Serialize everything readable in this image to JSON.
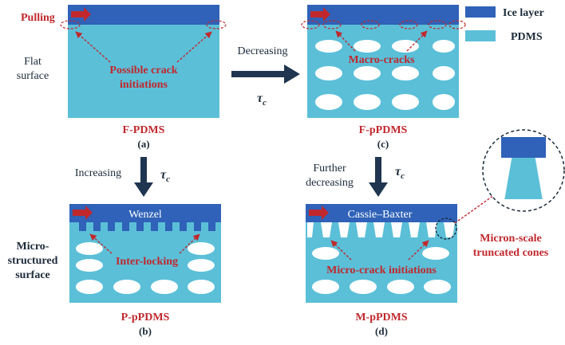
{
  "colors": {
    "ice": "#2f62b8",
    "pdms": "#5bbfd8",
    "accent_red": "#c0282d",
    "arrow_navy": "#1f3550",
    "text_dark": "#1c2b3a",
    "white": "#ffffff"
  },
  "legend": {
    "ice_label": "Ice layer",
    "pdms_label": "PDMS"
  },
  "left_labels": {
    "flat_line1": "Flat",
    "flat_line2": "surface",
    "micro_line1": "Micro-",
    "micro_line2": "structured",
    "micro_line3": "surface"
  },
  "panel_a": {
    "pulling": "Pulling",
    "annotation_line1": "Possible crack",
    "annotation_line2": "initiations",
    "name": "F-PDMS",
    "label": "(a)"
  },
  "panel_b": {
    "ice_text": "Wenzel",
    "annotation": "Inter-locking",
    "name": "P-pPDMS",
    "label": "(b)"
  },
  "panel_c": {
    "annotation": "Macro-cracks",
    "name": "F-pPDMS",
    "label": "(c)"
  },
  "panel_d": {
    "ice_text": "Cassie–Baxter",
    "annotation": "Micro-crack initiations",
    "name": "M-pPDMS",
    "label": "(d)"
  },
  "arrows": {
    "decreasing": "Decreasing",
    "increasing": "Increasing",
    "further_line1": "Further",
    "further_line2": "decreasing",
    "tau": "τ",
    "tau_sub": "c"
  },
  "inset": {
    "line1": "Micron-scale",
    "line2": "truncated cones"
  }
}
